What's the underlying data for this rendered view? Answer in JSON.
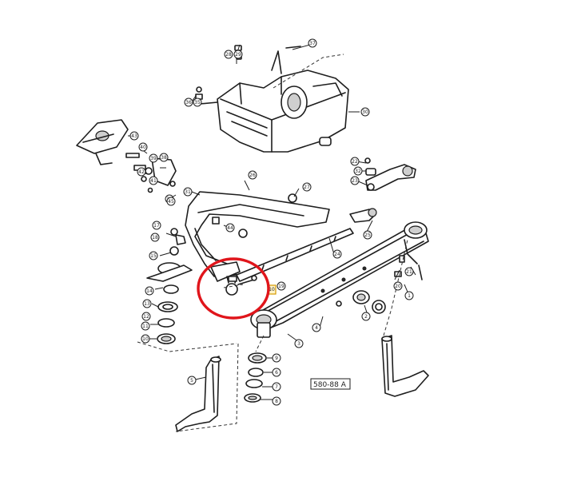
{
  "diagram": {
    "reference_code": "580-88 A",
    "highlight_color": "#e0151b",
    "highlighted_callout": "10",
    "callouts": [
      "37",
      "28",
      "29",
      "36",
      "35",
      "30",
      "43",
      "40",
      "39",
      "38",
      "42",
      "41",
      "33",
      "31",
      "26",
      "32",
      "27",
      "44",
      "17",
      "18",
      "15",
      "14",
      "13",
      "12",
      "11",
      "10",
      "9",
      "6",
      "7",
      "8",
      "5",
      "4",
      "3",
      "2",
      "1",
      "20",
      "21",
      "22",
      "23",
      "25",
      "24",
      "19",
      "45"
    ]
  }
}
